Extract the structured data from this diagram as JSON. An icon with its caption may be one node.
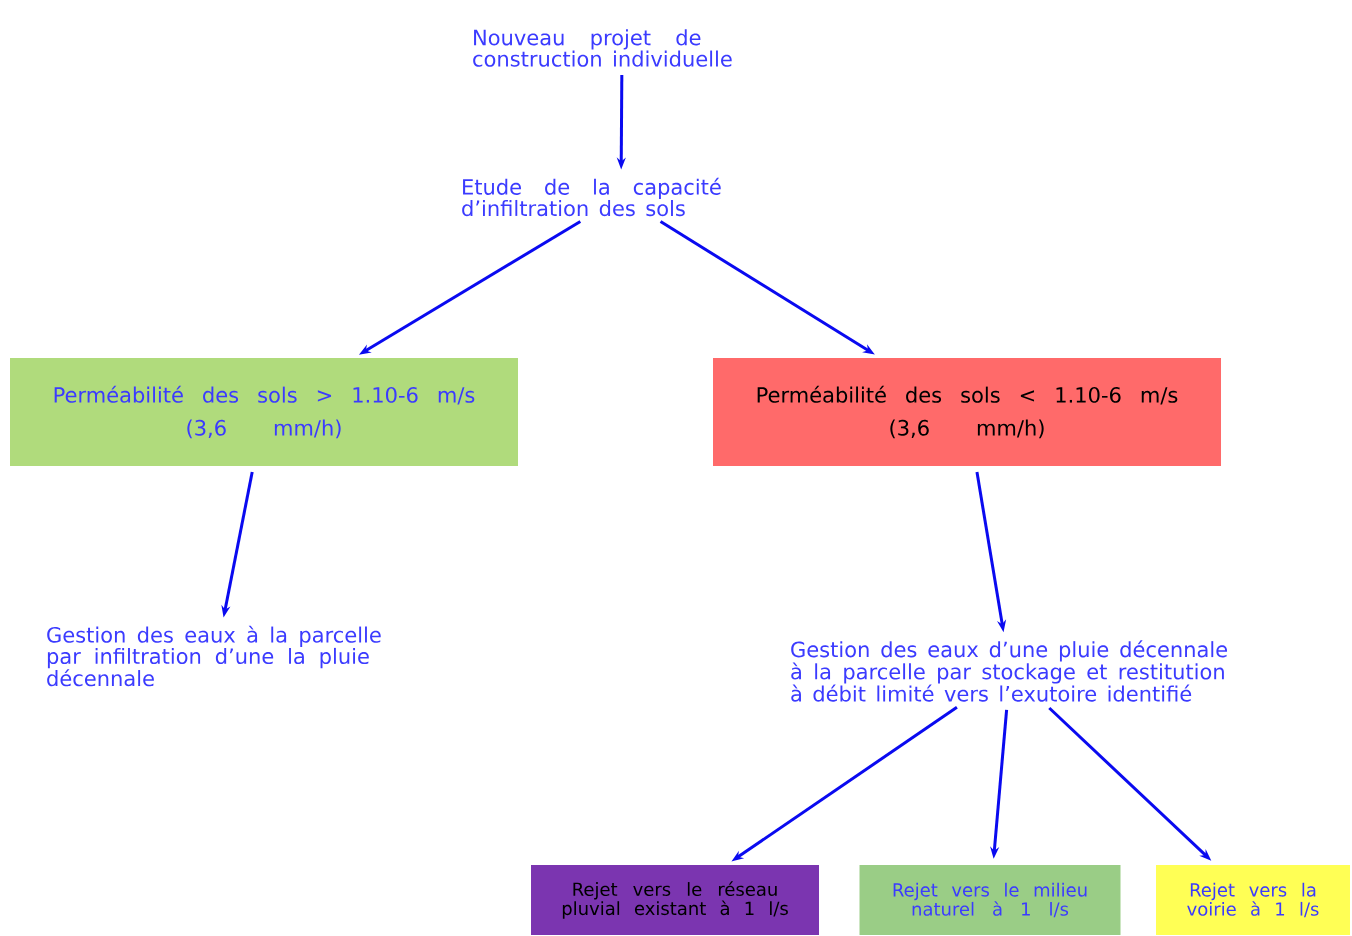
{
  "diagram": {
    "nodes": [
      {
        "text": [
          "Nouveau projet de construction individuelle"
        ]
      },
      {
        "text": [
          "Etude de la capacité d’infiltration des sols"
        ]
      },
      {
        "text": [
          "Perméabilité des sols > 1.10-6 m/s",
          "(3,6 mm/h)"
        ]
      },
      {
        "text": [
          "Perméabilité des sols < 1.10-6 m/s",
          "(3,6 mm/h)"
        ]
      },
      {
        "text": [
          "Gestion des eaux à la parcelle par infiltration d’une la pluie décennale"
        ]
      },
      {
        "text": [
          "Gestion des eaux d’une pluie décennale à la parcelle par stockage et restitution à débit limité vers l’exutoire identifié"
        ]
      },
      {
        "text": [
          "Rejet vers le réseau pluvial existant à 1 l/s"
        ]
      },
      {
        "text": [
          "Rejet vers le milieu naturel à 1 l/s"
        ]
      },
      {
        "text": [
          "Rejet vers la voirie à 1 l/s"
        ]
      }
    ],
    "edges": [
      {
        "from": 0,
        "to": 1,
        "arrow": "to"
      },
      {
        "from": 1,
        "to": 2,
        "arrow": "to"
      },
      {
        "from": 1,
        "to": 3,
        "arrow": "to"
      },
      {
        "from": 2,
        "to": 4,
        "arrow": "to"
      },
      {
        "from": 3,
        "to": 5,
        "arrow": "to"
      },
      {
        "from": 5,
        "to": 6,
        "arrow": "to"
      },
      {
        "from": 5,
        "to": 7,
        "arrow": "to"
      },
      {
        "from": 5,
        "to": 8,
        "arrow": "to"
      }
    ]
  }
}
